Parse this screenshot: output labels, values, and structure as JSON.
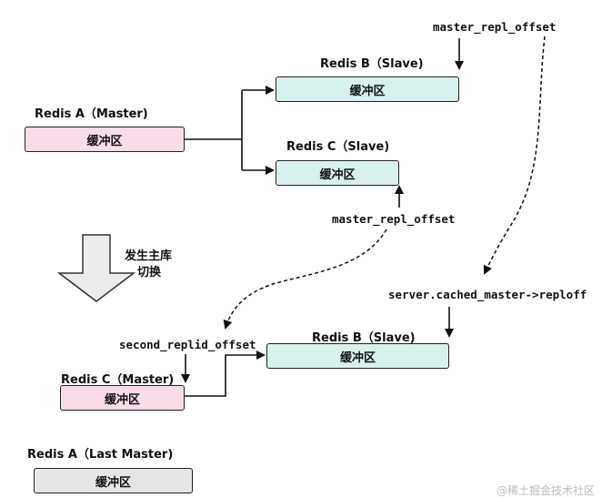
{
  "colors": {
    "master_fill": "#f9dcea",
    "slave_fill": "#d9f1ee",
    "last_master_fill": "#e6e6e6",
    "arrow_fill": "#ececec"
  },
  "top": {
    "master_title": "Redis A（Master)",
    "master_buffer": "缓冲区",
    "slave_b_title": "Redis B（Slave)",
    "slave_b_buffer": "缓冲区",
    "slave_c_title": "Redis C（Slave)",
    "slave_c_buffer": "缓冲区",
    "offset_b": "master_repl_offset",
    "offset_c": "master_repl_offset"
  },
  "transition": {
    "line1": "发生主库",
    "line2": "切换"
  },
  "bottom": {
    "cached_master": "server.cached_master->reploff",
    "second_replid": "second_replid_offset",
    "slave_b_title": "Redis B（Slave)",
    "slave_b_buffer": "缓冲区",
    "new_master_title": "Redis C（Master)",
    "new_master_buffer": "缓冲区",
    "last_master_title": "Redis A（Last Master)",
    "last_master_buffer": "缓冲区"
  },
  "watermark": "@稀土掘金技术社区"
}
